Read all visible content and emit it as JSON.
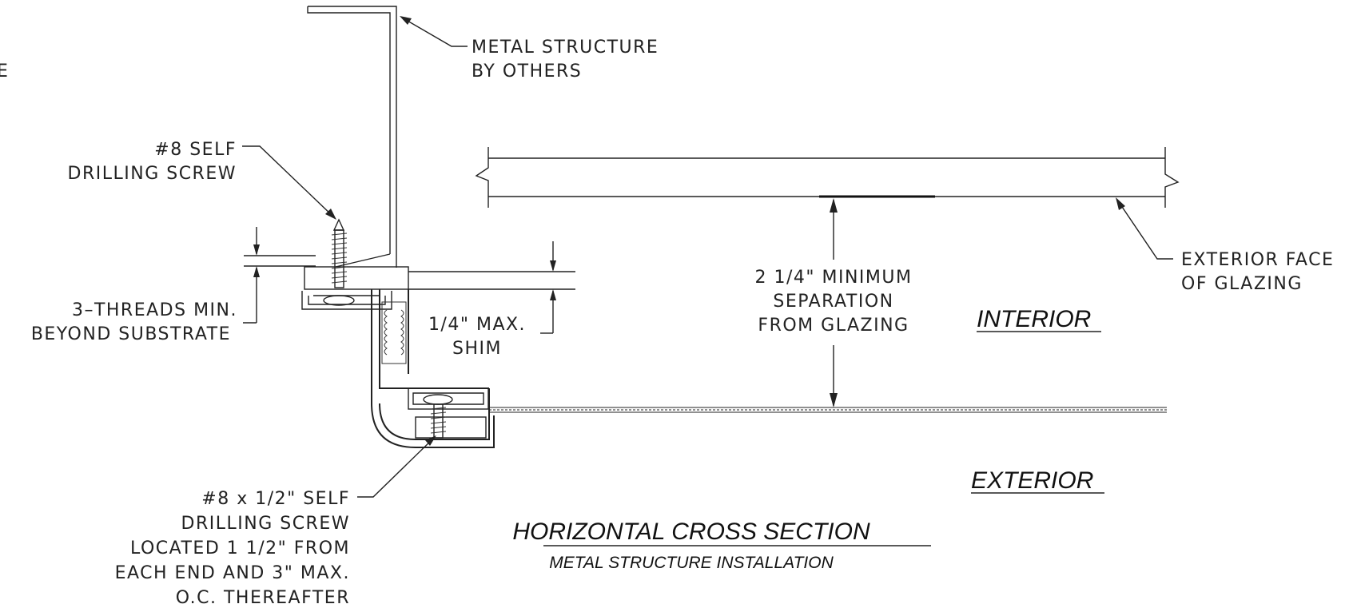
{
  "notes": {
    "edge_fragment": "E",
    "metal_structure": [
      "METAL STRUCTURE",
      "BY OTHERS"
    ],
    "screw_top": [
      "#8 SELF",
      "DRILLING SCREW"
    ],
    "threads": [
      "3–THREADS MIN.",
      "BEYOND SUBSTRATE"
    ],
    "shim": [
      "1/4\" MAX.",
      "SHIM"
    ],
    "separation": [
      "2 1/4\" MINIMUM",
      "SEPARATION",
      "FROM GLAZING"
    ],
    "glazing_face": [
      "EXTERIOR FACE",
      "OF GLAZING"
    ],
    "screw_bottom": [
      "#8 x 1/2\" SELF",
      "DRILLING SCREW",
      "LOCATED 1 1/2\" FROM",
      "EACH END AND 3\" MAX.",
      "O.C. THEREAFTER"
    ]
  },
  "side_labels": {
    "interior": "INTERIOR",
    "exterior": "EXTERIOR"
  },
  "title": {
    "main": "HORIZONTAL CROSS SECTION",
    "sub": "METAL STRUCTURE INSTALLATION"
  }
}
